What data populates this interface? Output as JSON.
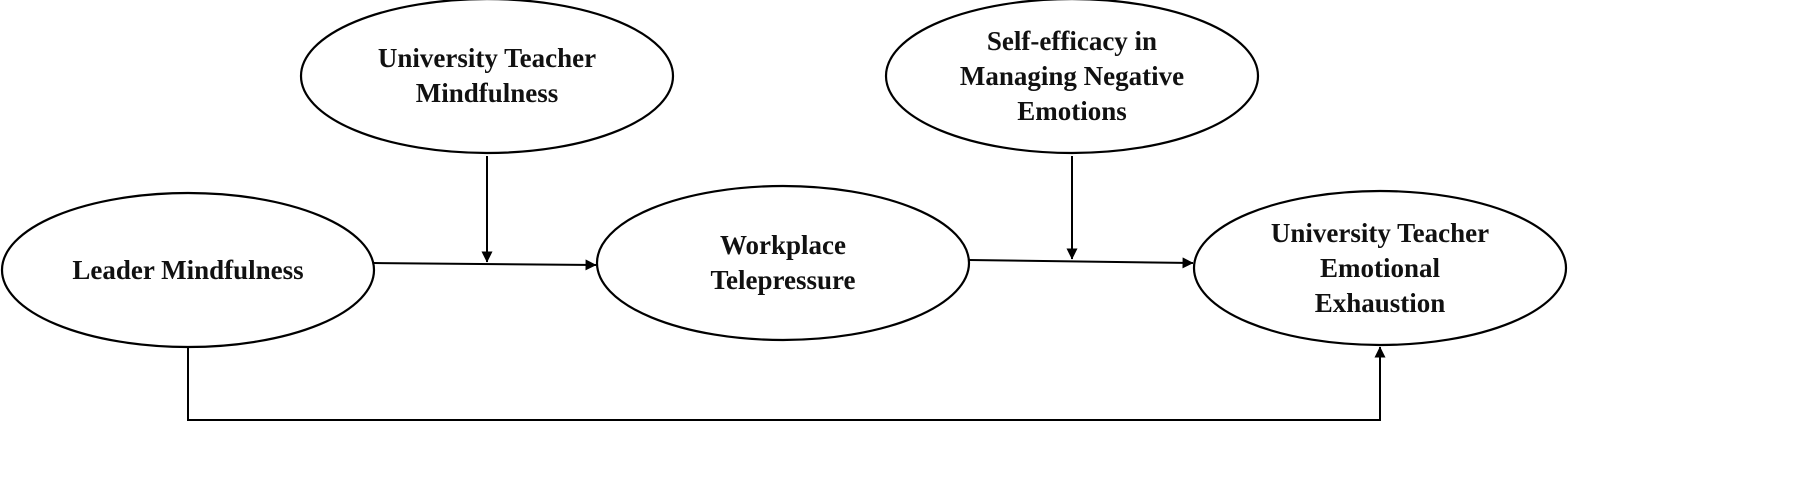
{
  "nodes": {
    "leader": {
      "lines": [
        "Leader Mindfulness"
      ]
    },
    "teacher_mindfulness": {
      "lines": [
        "University Teacher",
        "Mindfulness"
      ]
    },
    "telepressure": {
      "lines": [
        "Workplace",
        "Telepressure"
      ]
    },
    "self_efficacy": {
      "lines": [
        "Self-efficacy  in",
        "Managing Negative",
        "Emotions"
      ]
    },
    "exhaustion": {
      "lines": [
        "University Teacher",
        "Emotional",
        "Exhaustion"
      ]
    }
  },
  "edges": [
    {
      "from": "leader",
      "to": "telepressure",
      "kind": "direct"
    },
    {
      "from": "telepressure",
      "to": "exhaustion",
      "kind": "direct"
    },
    {
      "from": "leader",
      "to": "exhaustion",
      "kind": "direct"
    },
    {
      "from": "teacher_mindfulness",
      "to": "leader-telepressure-path",
      "kind": "moderation"
    },
    {
      "from": "self_efficacy",
      "to": "telepressure-exhaustion-path",
      "kind": "moderation"
    }
  ]
}
